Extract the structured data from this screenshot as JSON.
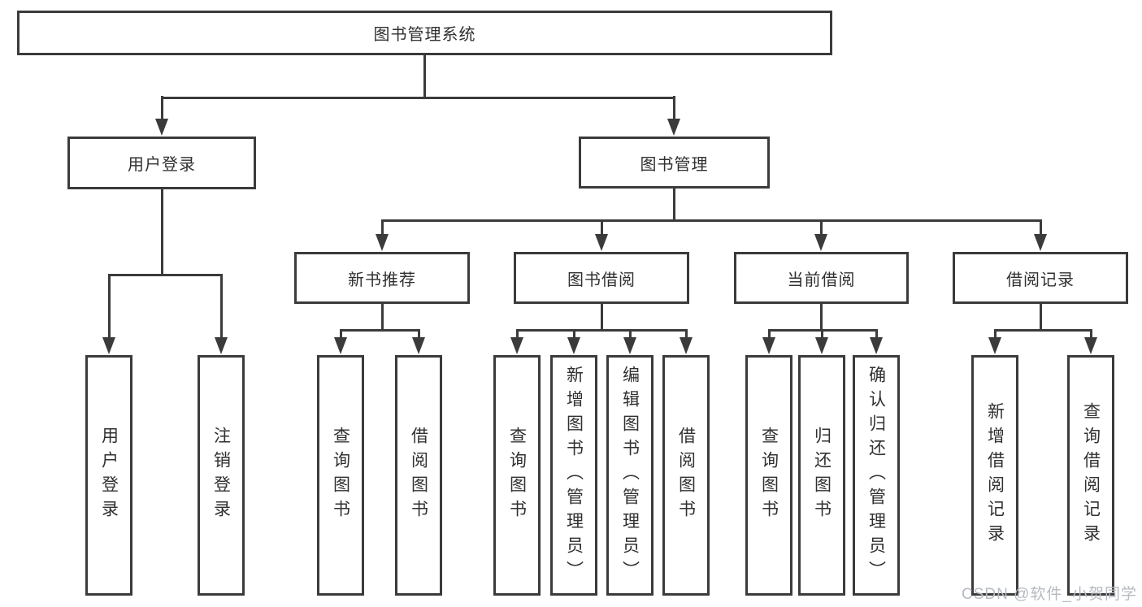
{
  "colors": {
    "line": "#3b3b3b",
    "box_border": "#3b3b3b",
    "text": "#303030",
    "background": "#ffffff",
    "watermark": "#b6bac1"
  },
  "diagram": {
    "root": {
      "label": "图书管理系统"
    },
    "branches": [
      {
        "label": "用户登录",
        "children": [
          {
            "label": "用户登录"
          },
          {
            "label": "注销登录"
          }
        ]
      },
      {
        "label": "图书管理",
        "children": [
          {
            "label": "新书推荐",
            "children": [
              {
                "label": "查询图书"
              },
              {
                "label": "借阅图书"
              }
            ]
          },
          {
            "label": "图书借阅",
            "children": [
              {
                "label": "查询图书"
              },
              {
                "label": "新增图书（管理员）"
              },
              {
                "label": "编辑图书（管理员）"
              },
              {
                "label": "借阅图书"
              }
            ]
          },
          {
            "label": "当前借阅",
            "children": [
              {
                "label": "查询图书"
              },
              {
                "label": "归还图书"
              },
              {
                "label": "确认归还（管理员）"
              }
            ]
          },
          {
            "label": "借阅记录",
            "children": [
              {
                "label": "新增借阅记录"
              },
              {
                "label": "查询借阅记录"
              }
            ]
          }
        ]
      }
    ]
  },
  "watermark": {
    "text": "CSDN @软件_小贺同学"
  }
}
